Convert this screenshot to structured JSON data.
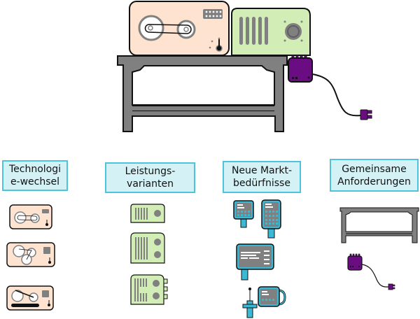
{
  "title": "Modular product architecture: machine on table",
  "colors": {
    "tape_unit_fill": "#fde3d0",
    "power_unit_fill": "#d3edb6",
    "table_fill": "#808080",
    "plug_fill": "#6a0d83",
    "panel_fill": "#3bb8d4",
    "label_fill": "#d4f2f6",
    "label_border": "#4fc3dc",
    "outline": "#111111",
    "detail_gray": "#808080"
  },
  "main_assembly": {
    "components": [
      {
        "name": "tape-drive-unit",
        "color_key": "tape_unit_fill"
      },
      {
        "name": "power-unit",
        "color_key": "power_unit_fill"
      },
      {
        "name": "table",
        "color_key": "table_fill"
      },
      {
        "name": "power-adapter-with-cable",
        "color_key": "plug_fill"
      }
    ]
  },
  "categories": [
    {
      "id": "technologiewechsel",
      "line1": "Technologi",
      "line2": "e-wechsel",
      "variants": [
        "belt-drive-two-reels",
        "belt-drive-three-reels",
        "linear-drive"
      ]
    },
    {
      "id": "leistungsvarianten",
      "line1": "Leistungs-",
      "line2": "varianten",
      "variants": [
        "power-small",
        "power-medium",
        "power-large"
      ]
    },
    {
      "id": "neue-marktbeduerfnisse",
      "line1": "Neue Markt-",
      "line2": "bedürfnisse",
      "variants": [
        "handheld-small",
        "handheld-large",
        "display-panel",
        "probe-with-handheld"
      ]
    },
    {
      "id": "gemeinsame-anforderungen",
      "line1": "Gemeinsame",
      "line2": "Anforderungen",
      "variants": [
        "table",
        "power-adapter"
      ]
    }
  ]
}
